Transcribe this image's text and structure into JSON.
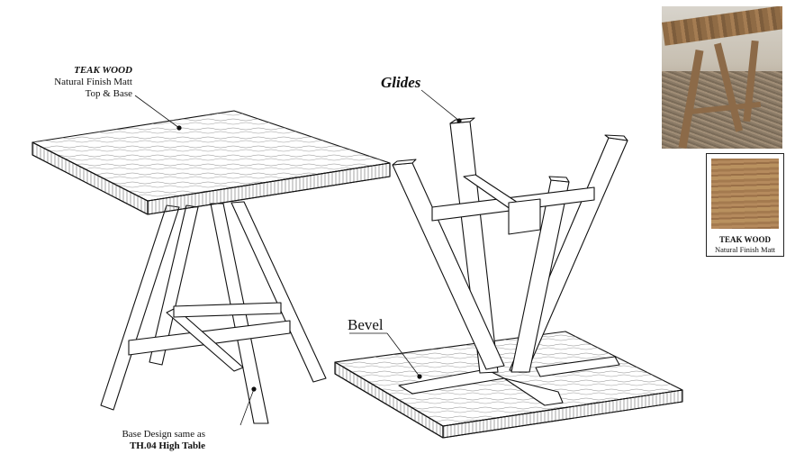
{
  "labels": {
    "teak_callout": {
      "line1": "TEAK WOOD",
      "line2": "Natural Finish Matt",
      "line3": "Top & Base"
    },
    "glides": "Glides",
    "bevel": "Bevel",
    "base_note": {
      "line1": "Base Design same as",
      "line2": "TH.04 High Table"
    }
  },
  "swatch": {
    "title": "TEAK WOOD",
    "subtitle": "Natural Finish Matt",
    "color": "#a9825a"
  },
  "colors": {
    "line": "#111111",
    "wood_grain": "#555555"
  }
}
